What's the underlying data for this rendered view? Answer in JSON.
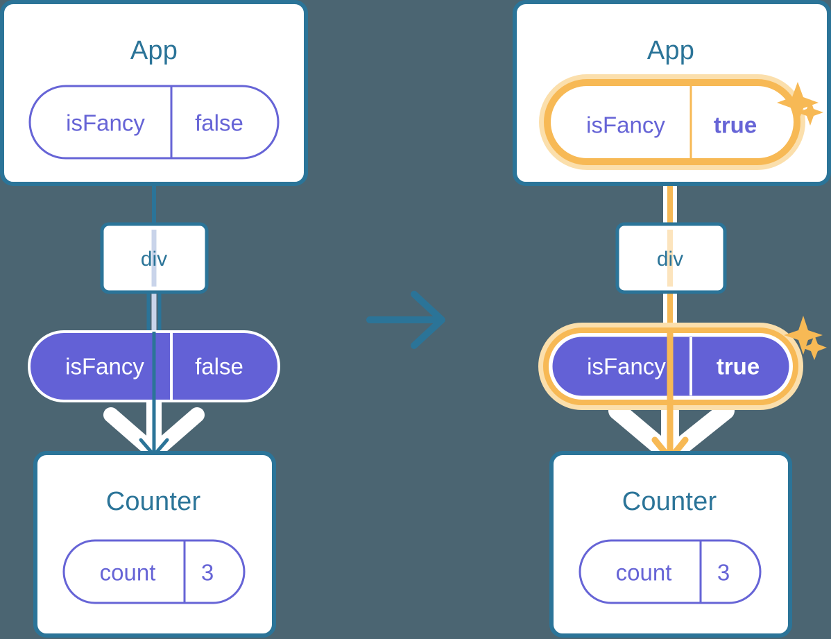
{
  "meta": {
    "title": "React state propagation diagram: isFancy false to true",
    "background_color": "#4b6572"
  },
  "palette": {
    "box_border_blue": "#2b7498",
    "title_blue": "#2b7498",
    "pill_purple": "#6664d6",
    "pill_purple_fill": "#6361d6",
    "highlight_orange": "#f5b košt",
    "highlight_orange_solid": "#f7b955",
    "highlight_orange_glow": "#fbdfac",
    "prop_line_lavender": "#c9d4ea",
    "prop_line_peach": "#fce4bd",
    "white": "#ffffff",
    "arrow_blue": "#2b7498"
  },
  "before": {
    "app": {
      "title": "App",
      "state_pill": {
        "key": "isFancy",
        "value": "false",
        "style": "outline",
        "highlighted": false
      }
    },
    "div_node": {
      "label": "div"
    },
    "prop_pill": {
      "key": "isFancy",
      "value": "false",
      "style": "solid",
      "highlighted": false
    },
    "counter": {
      "title": "Counter",
      "state_pill": {
        "key": "count",
        "value": "3",
        "style": "outline",
        "highlighted": false
      }
    }
  },
  "transition": {
    "icon": "arrow-right-icon",
    "direction": "right"
  },
  "after": {
    "app": {
      "title": "App",
      "state_pill": {
        "key": "isFancy",
        "value": "true",
        "style": "outline",
        "highlighted": true
      },
      "sparkles": [
        "sparkle-large",
        "sparkle-small"
      ]
    },
    "div_node": {
      "label": "div"
    },
    "prop_pill": {
      "key": "isFancy",
      "value": "true",
      "style": "solid",
      "highlighted": true
    },
    "counter": {
      "title": "Counter",
      "state_pill": {
        "key": "count",
        "value": "3",
        "style": "outline",
        "highlighted": false
      }
    }
  }
}
